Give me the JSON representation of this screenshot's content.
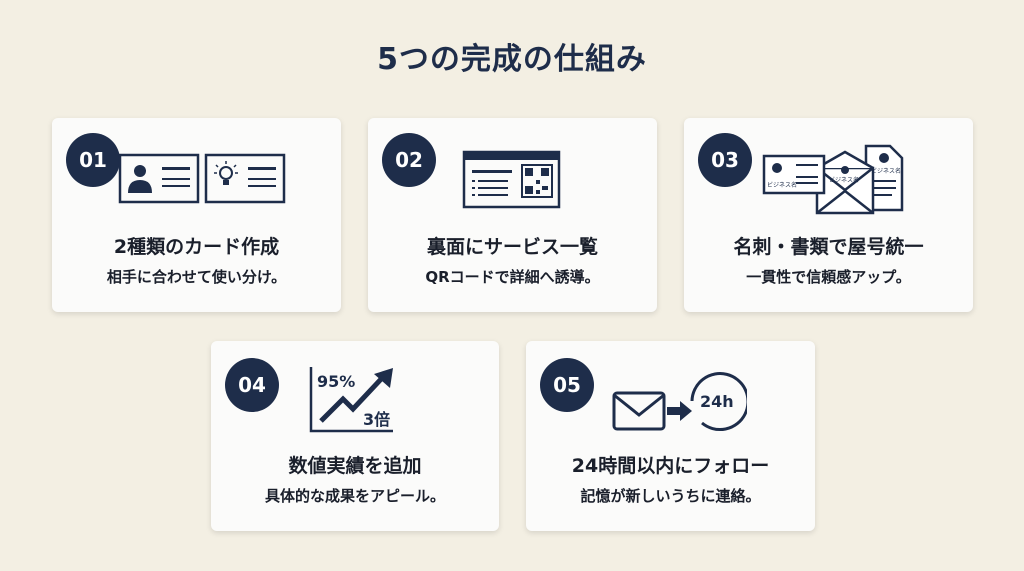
{
  "title": "5つの完成の仕組み",
  "colors": {
    "navy": "#1e2d4a",
    "background": "#f3efe3",
    "card": "#fbfbfa"
  },
  "cards": [
    {
      "number": "01",
      "heading": "2種類のカード作成",
      "subtitle": "相手に合わせて使い分け。",
      "icon": "two-business-cards-icon"
    },
    {
      "number": "02",
      "heading": "裏面にサービス一覧",
      "subtitle": "QRコードで詳細へ誘導。",
      "icon": "card-with-qr-code-icon"
    },
    {
      "number": "03",
      "heading": "名刺・書類で屋号統一",
      "subtitle": "一貫性で信頼感アップ。",
      "icon": "branded-stationery-icon",
      "logo_text": "ビジネス名"
    },
    {
      "number": "04",
      "heading": "数値実績を追加",
      "subtitle": "具体的な成果をアピール。",
      "icon": "growth-chart-icon",
      "chart_labels": [
        "95%",
        "3倍"
      ]
    },
    {
      "number": "05",
      "heading": "24時間以内にフォロー",
      "subtitle": "記憶が新しいうちに連絡。",
      "icon": "mail-to-clock-icon",
      "clock_label": "24h"
    }
  ]
}
